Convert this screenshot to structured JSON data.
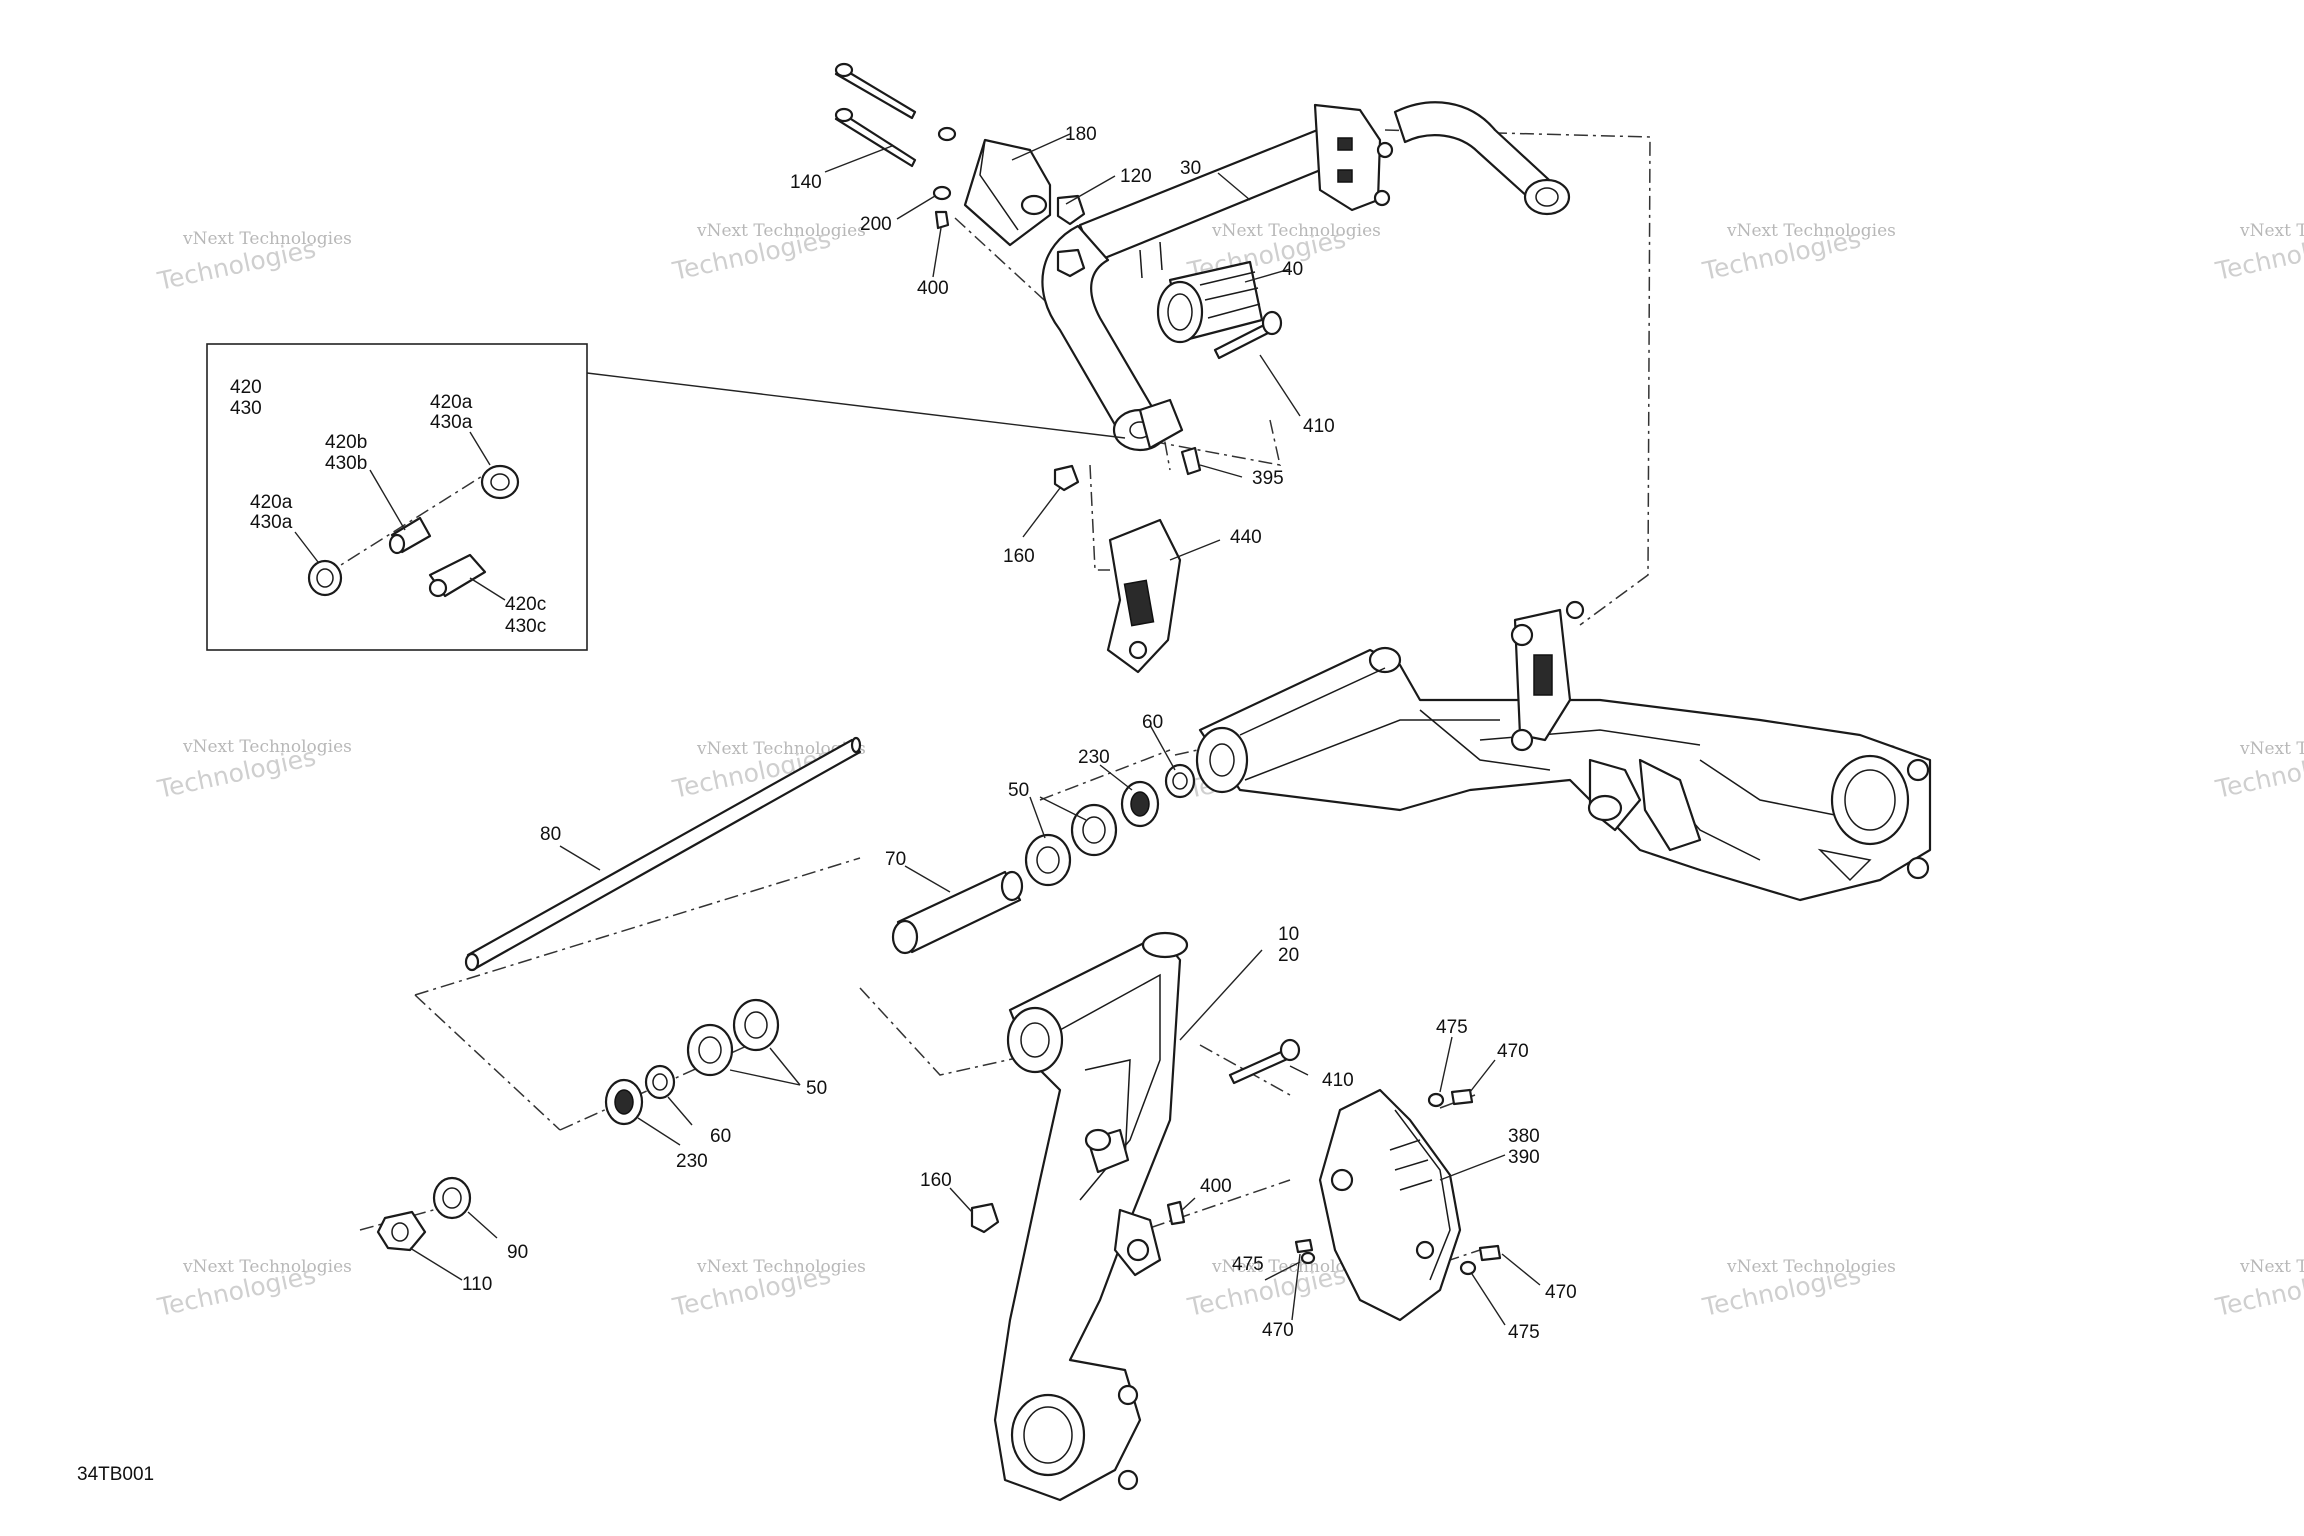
{
  "diagram": {
    "code": "34TB001",
    "watermark": {
      "line1": "vNext Technologies",
      "line2": "Technologies"
    },
    "callouts": {
      "c180": "180",
      "c140": "140",
      "c120": "120",
      "c200": "200",
      "c400a": "400",
      "c30": "30",
      "c40": "40",
      "c410a": "410",
      "c395": "395",
      "c160a": "160",
      "c440": "440",
      "c60a": "60",
      "c230a": "230",
      "c50a": "50",
      "c70": "70",
      "c80": "80",
      "c10": "10",
      "c20": "20",
      "c410b": "410",
      "c50b": "50",
      "c60b": "60",
      "c230b": "230",
      "c90": "90",
      "c110": "110",
      "c160b": "160",
      "c400b": "400",
      "c475a": "475",
      "c470a": "470",
      "c380": "380",
      "c390": "390",
      "c470b": "470",
      "c475b": "475",
      "c475c": "475",
      "c470c": "470"
    },
    "inset": {
      "t420": "420",
      "t430": "430",
      "t420a1": "420a",
      "t430a1": "430a",
      "t420b": "420b",
      "t430b": "430b",
      "t420a2": "420a",
      "t430a2": "430a",
      "t420c": "420c",
      "t430c": "430c"
    }
  }
}
